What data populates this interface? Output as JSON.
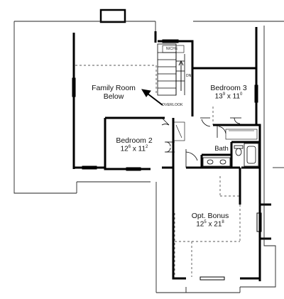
{
  "rooms": {
    "family_room": {
      "line1": "Family Room",
      "line2": "Below"
    },
    "bedroom3": {
      "name": "Bedroom 3",
      "dim_w": "13",
      "dim_w_frac": "9",
      "dim_x": "x",
      "dim_h": "11",
      "dim_h_frac": "0"
    },
    "bedroom2": {
      "name": "Bedroom 2",
      "dim_w": "12",
      "dim_w_frac": "6",
      "dim_x": "x",
      "dim_h": "11",
      "dim_h_frac": "2"
    },
    "bath": {
      "name": "Bath"
    },
    "bonus": {
      "name": "Opt. Bonus",
      "dim_w": "12",
      "dim_w_frac": "5",
      "dim_x": "x",
      "dim_h": "21",
      "dim_h_frac": "8"
    }
  },
  "tags": {
    "niche": "NICHE",
    "overlook": "OVERLOOK",
    "stair_dir": "DN"
  },
  "colors": {
    "wall": "#000000",
    "thin": "#222222",
    "background": "#ffffff"
  }
}
